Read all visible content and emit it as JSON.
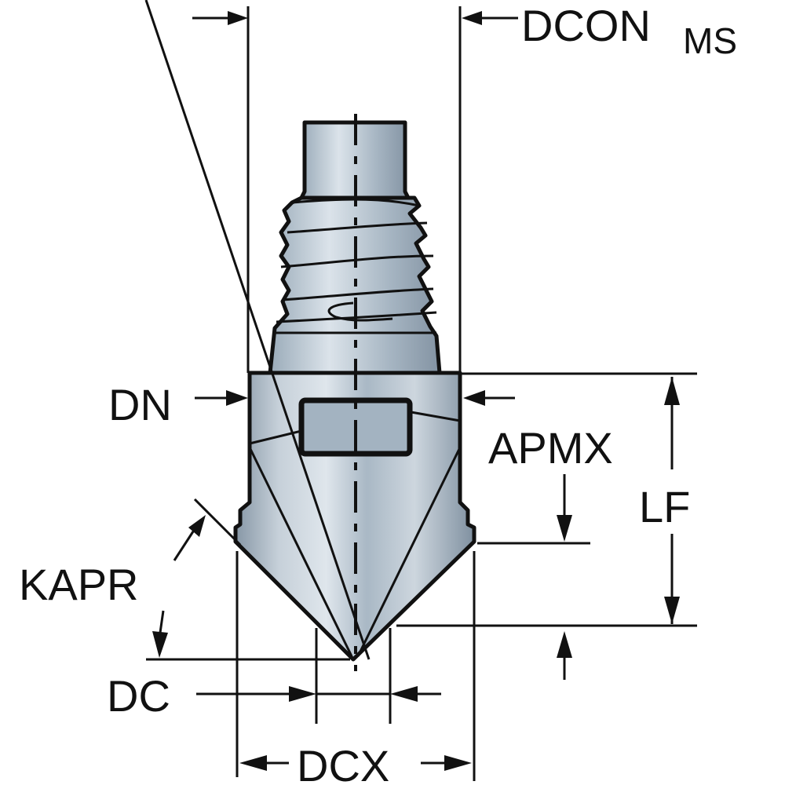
{
  "diagram": {
    "subject": "Exchangeable chamfer/countersink cutting head with threaded coupling",
    "colors": {
      "line": "#111111",
      "metal_light": "#c9d3dc",
      "metal_mid": "#9fb0bf",
      "metal_dark": "#6f8294",
      "background": "#ffffff"
    },
    "labels": {
      "dcon_main": "DCON",
      "dcon_sub": "MS",
      "dn": "DN",
      "apmx": "APMX",
      "lf": "LF",
      "kapr": "KAPR",
      "dc": "DC",
      "dcx": "DCX"
    }
  }
}
